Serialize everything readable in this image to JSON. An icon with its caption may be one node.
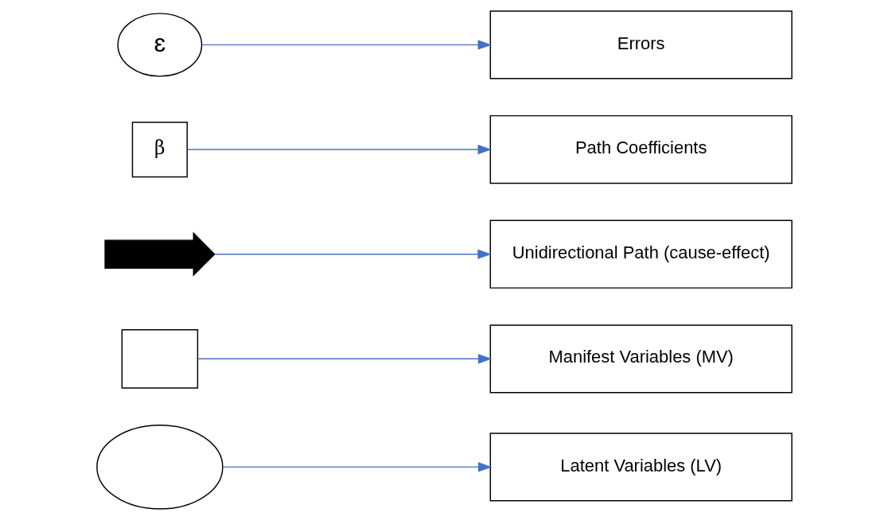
{
  "diagram": {
    "nodes": [
      {
        "text": [],
        "shape": "ellipse"
      },
      {
        "text": [
          "Latent Variables (LV)"
        ]
      },
      {
        "text": [],
        "shape": "box"
      },
      {
        "text": [
          "Manifest Variables (MV)"
        ]
      },
      {
        "text": [],
        "shape": "arrow"
      },
      {
        "text": [
          "Unidirectional Path (cause-effect)"
        ]
      },
      {
        "text": [
          "β"
        ]
      },
      {
        "text": [
          "Path Coefficients"
        ]
      },
      {
        "text": [
          "ɛ"
        ]
      },
      {
        "text": [
          "Errors"
        ]
      }
    ],
    "edges": [
      {
        "from": 0,
        "to": 1,
        "arrow": "to"
      },
      {
        "from": 2,
        "to": 3,
        "arrow": "to"
      },
      {
        "from": 4,
        "to": 5,
        "arrow": "to"
      },
      {
        "from": 6,
        "to": 7,
        "arrow": "to"
      },
      {
        "from": 8,
        "to": 9,
        "arrow": "to"
      }
    ]
  }
}
